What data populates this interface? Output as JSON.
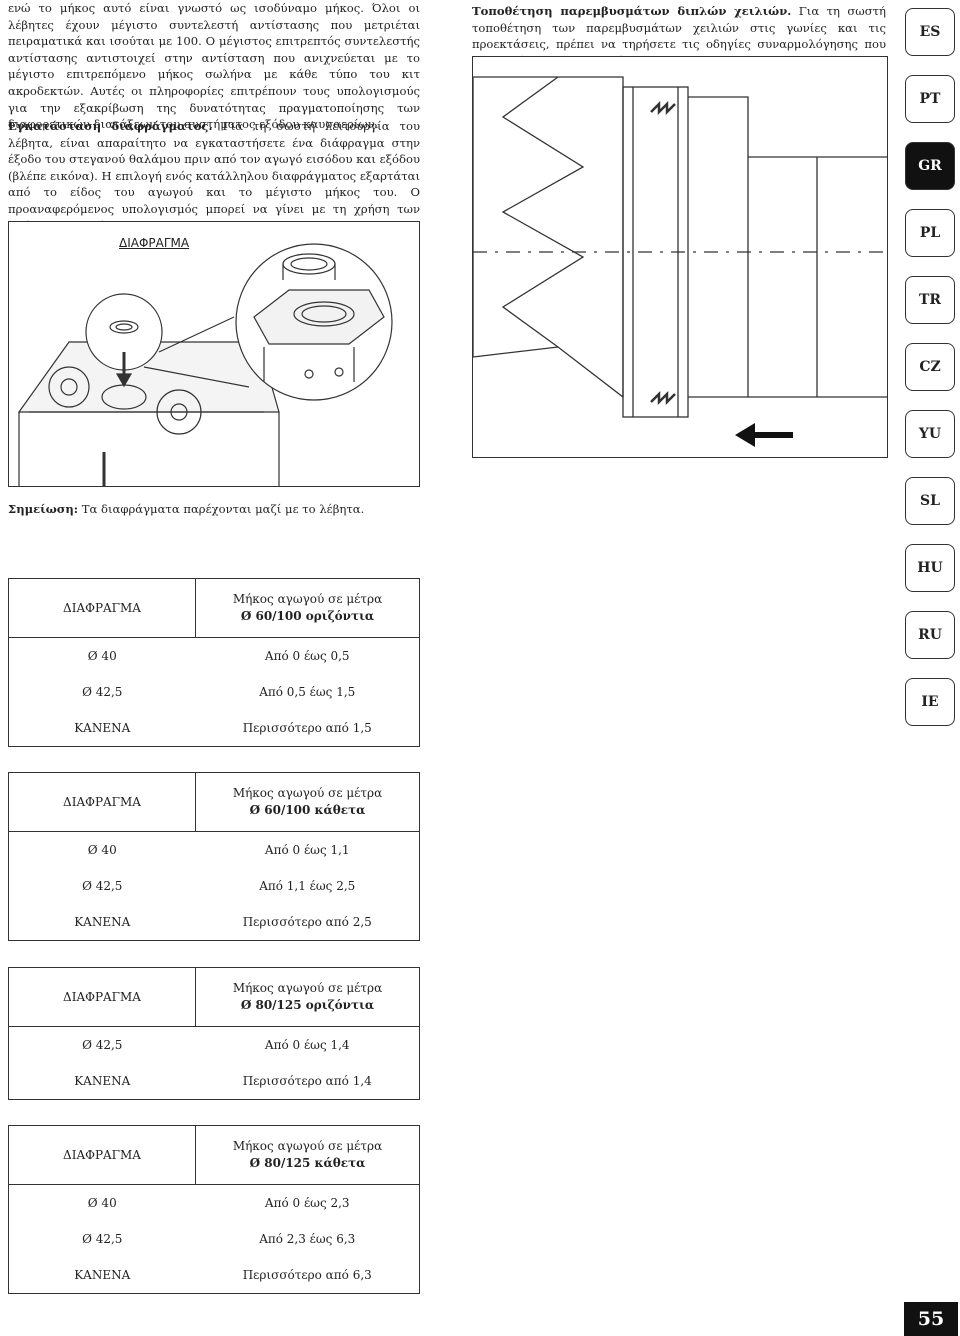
{
  "intro": {
    "p1": "ενώ το μήκος αυτό είναι γνωστό ως ισοδύναμο μήκος. Όλοι οι λέβητες έχουν μέγιστο συντελεστή αντίστασης που μετριέται πειραματικά και ισούται με 100. Ο μέγιστος επιτρεπτός συντελεστής αντίστασης αντιστοιχεί στην αντίσταση που ανιχνεύεται με το μέγιστο επιτρεπόμενο μήκος σωλήνα με κάθε τύπο του κιτ ακροδεκτών. Αυτές οι πληροφορίες επιτρέπουν τους υπολογισμούς για την εξακρίβωση της δυνατότητας πραγματοποίησης των διαφορετικών διατάξεων του συστήματος εξόδου καυσαερίων."
  },
  "install": {
    "heading": "Εγκατάσταση διαφράγματος.",
    "body": " Για τη σωστή λειτουργία του λέβητα, είναι απαραίτητο να εγκαταστήσετε ένα διάφραγμα στην έξοδο του στεγανού θαλάμου πριν από τον αγωγό εισόδου και εξόδου (βλέπε εικόνα). Η επιλογή ενός κατάλληλου διαφράγματος εξαρτάται από το είδος του αγωγού και το μέγιστο μήκος του. Ο προαναφερόμενος υπολογισμός μπορεί να γίνει με τη χρήση των ακόλουθων πινάκων:"
  },
  "figure1": {
    "label": "ΔΙΑΦΡΑΓΜΑ"
  },
  "note": {
    "heading": "Σημείωση:",
    "body": " Τα διαφράγματα παρέχονται μαζί με το λέβητα."
  },
  "fitting": {
    "heading": "Τοποθέτηση παρεμβυσμάτων διπλών χειλιών.",
    "body": " Για τη σωστή τοποθέτηση των παρεμβυσμάτων χειλιών στις γωνίες και τις προεκτάσεις, πρέπει να τηρήσετε τις οδηγίες συναρμολόγησης που απεικονίζονται στην εικόνα."
  },
  "tables": [
    {
      "col1": "ΔΙΑΦΡΑΓΜΑ",
      "col2_line1": "Μήκος αγωγού σε μέτρα",
      "col2_line2": "Ø 60/100 οριζόντια",
      "rows": [
        {
          "d": "Ø 40",
          "len": "Από 0 έως 0,5"
        },
        {
          "d": "Ø 42,5",
          "len": "Από 0,5 έως 1,5"
        },
        {
          "d": "ΚΑΝΕΝΑ",
          "len": "Περισσότερο από 1,5"
        }
      ]
    },
    {
      "col1": "ΔΙΑΦΡΑΓΜΑ",
      "col2_line1": "Μήκος αγωγού σε μέτρα",
      "col2_line2": "Ø 60/100 κάθετα",
      "rows": [
        {
          "d": "Ø 40",
          "len": "Από 0 έως 1,1"
        },
        {
          "d": "Ø 42,5",
          "len": "Από 1,1 έως 2,5"
        },
        {
          "d": "ΚΑΝΕΝΑ",
          "len": "Περισσότερο από 2,5"
        }
      ]
    },
    {
      "col1": "ΔΙΑΦΡΑΓΜΑ",
      "col2_line1": "Μήκος αγωγού σε μέτρα",
      "col2_line2": "Ø 80/125 οριζόντια",
      "rows": [
        {
          "d": "Ø 42,5",
          "len": "Από 0 έως 1,4"
        },
        {
          "d": "ΚΑΝΕΝΑ",
          "len": "Περισσότερο από 1,4"
        }
      ]
    },
    {
      "col1": "ΔΙΑΦΡΑΓΜΑ",
      "col2_line1": "Μήκος αγωγού σε μέτρα",
      "col2_line2": "Ø 80/125 κάθετα",
      "rows": [
        {
          "d": "Ø 40",
          "len": "Από 0 έως 2,3"
        },
        {
          "d": "Ø 42,5",
          "len": "Από 2,3 έως 6,3"
        },
        {
          "d": "ΚΑΝΕΝΑ",
          "len": "Περισσότερο από 6,3"
        }
      ]
    }
  ],
  "languages": [
    "ES",
    "PT",
    "GR",
    "PL",
    "TR",
    "CZ",
    "YU",
    "SL",
    "HU",
    "RU",
    "IE"
  ],
  "active_language": "GR",
  "page_number": "55"
}
